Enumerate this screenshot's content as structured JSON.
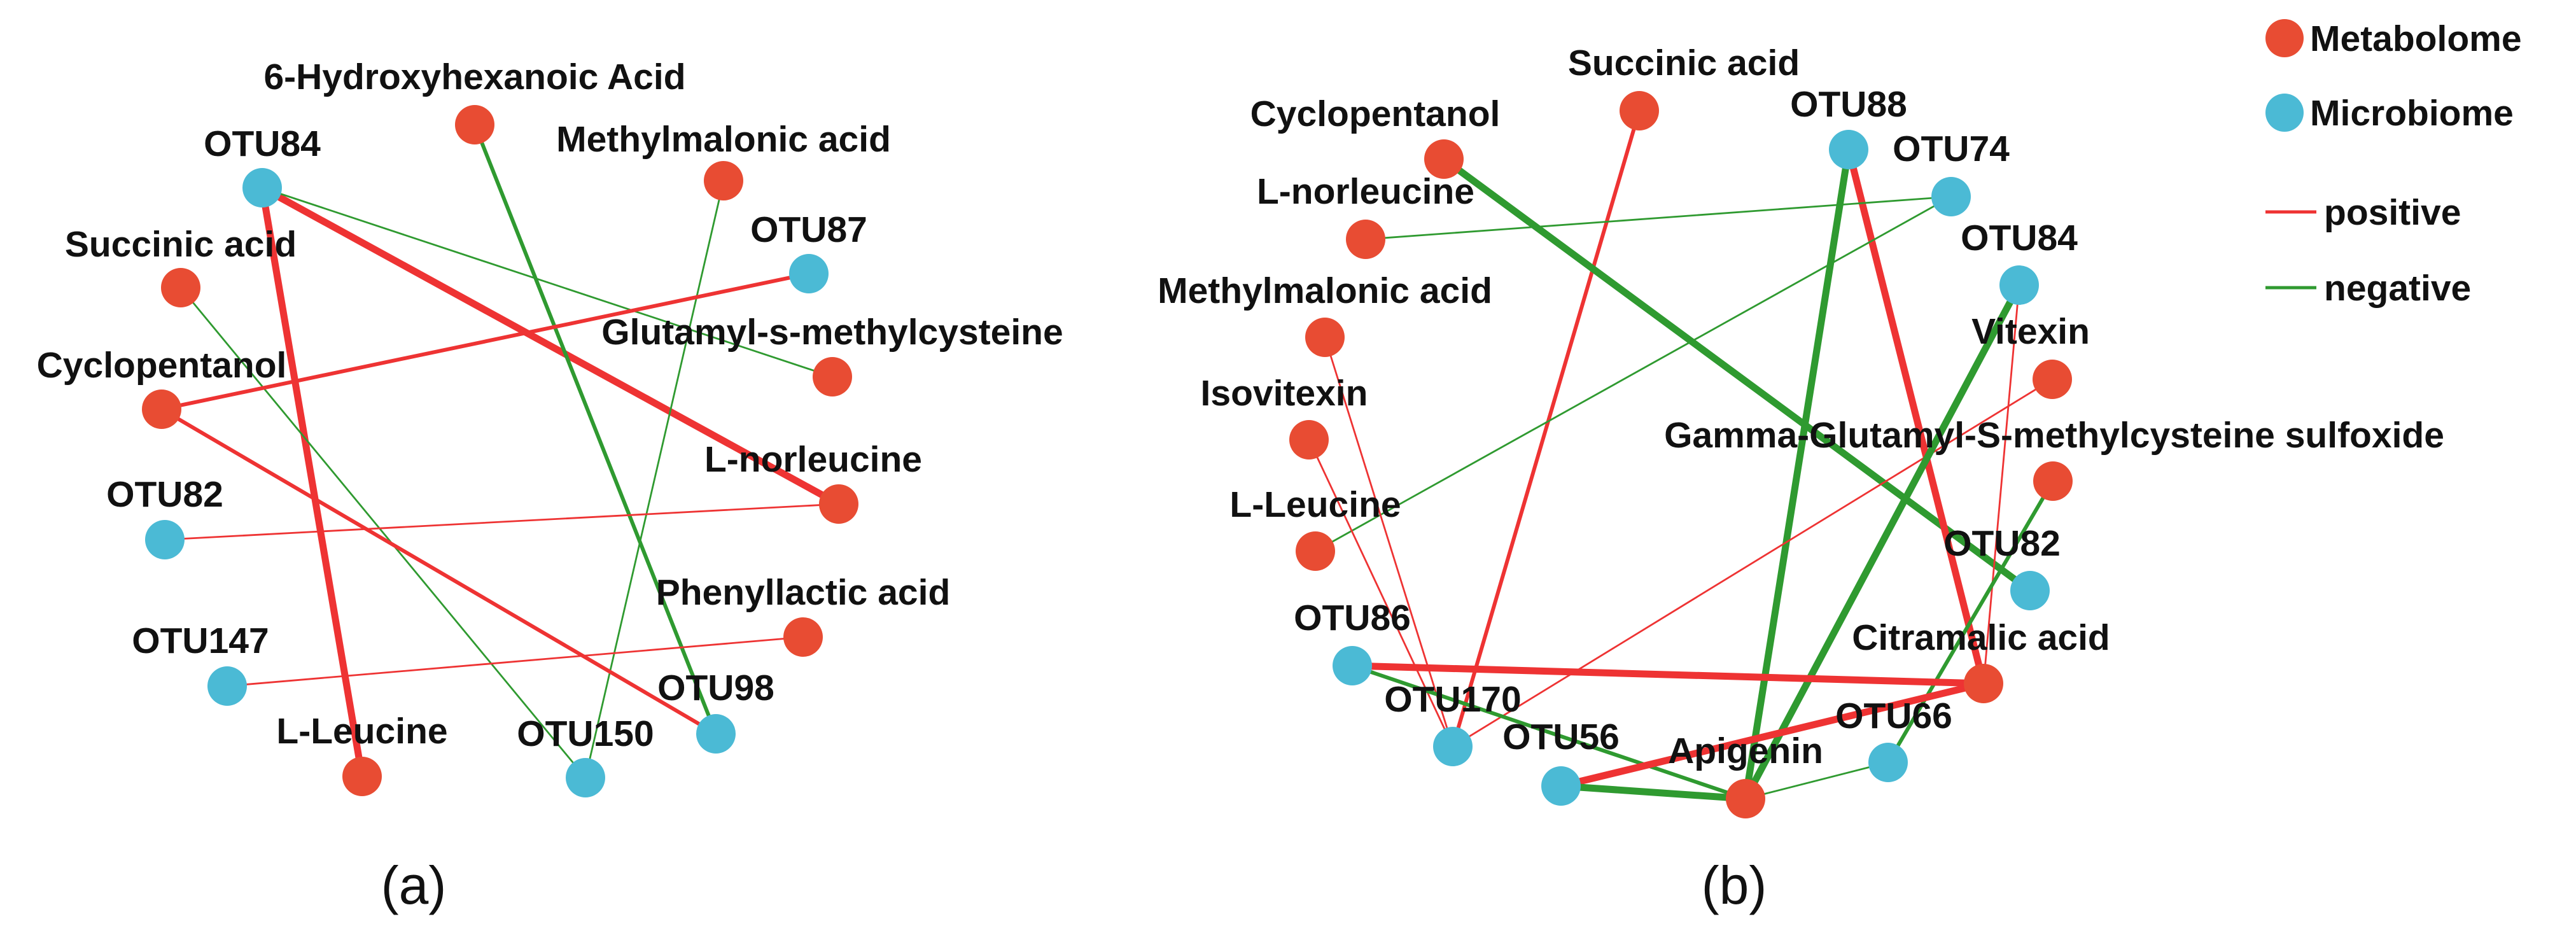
{
  "colors": {
    "metabolome": "#E84C33",
    "microbiome": "#4BBAD5",
    "positive": "#EE3333",
    "negative": "#2F9A30"
  },
  "legend": {
    "metabolome": "Metabolome",
    "microbiome": "Microbiome",
    "positive": "positive",
    "negative": "negative"
  },
  "panels": [
    {
      "label": "(a)",
      "nodes": [
        {
          "id": "hydroxy",
          "name": "6-Hydroxyhexanoic Acid",
          "type": "metabolome"
        },
        {
          "id": "otu84",
          "name": "OTU84",
          "type": "microbiome"
        },
        {
          "id": "methylmalonic",
          "name": "Methylmalonic acid",
          "type": "metabolome"
        },
        {
          "id": "otu87",
          "name": "OTU87",
          "type": "microbiome"
        },
        {
          "id": "succinic",
          "name": "Succinic acid",
          "type": "metabolome"
        },
        {
          "id": "glutamyl",
          "name": "Glutamyl-s-methylcysteine",
          "type": "metabolome"
        },
        {
          "id": "cyclopentanol",
          "name": "Cyclopentanol",
          "type": "metabolome"
        },
        {
          "id": "norleucine",
          "name": "L-norleucine",
          "type": "metabolome"
        },
        {
          "id": "otu82",
          "name": "OTU82",
          "type": "microbiome"
        },
        {
          "id": "phenyllactic",
          "name": "Phenyllactic acid",
          "type": "metabolome"
        },
        {
          "id": "otu147",
          "name": "OTU147",
          "type": "microbiome"
        },
        {
          "id": "otu98",
          "name": "OTU98",
          "type": "microbiome"
        },
        {
          "id": "leucine",
          "name": "L-Leucine",
          "type": "metabolome"
        },
        {
          "id": "otu150",
          "name": "OTU150",
          "type": "microbiome"
        }
      ],
      "edges": [
        {
          "source": "otu84",
          "target": "leucine",
          "sign": "positive",
          "strength": "strong"
        },
        {
          "source": "otu84",
          "target": "norleucine",
          "sign": "positive",
          "strength": "strong"
        },
        {
          "source": "otu84",
          "target": "glutamyl",
          "sign": "negative",
          "strength": "weak"
        },
        {
          "source": "hydroxy",
          "target": "otu98",
          "sign": "negative",
          "strength": "medium"
        },
        {
          "source": "methylmalonic",
          "target": "otu150",
          "sign": "negative",
          "strength": "weak"
        },
        {
          "source": "succinic",
          "target": "otu150",
          "sign": "negative",
          "strength": "weak"
        },
        {
          "source": "cyclopentanol",
          "target": "otu87",
          "sign": "positive",
          "strength": "medium"
        },
        {
          "source": "cyclopentanol",
          "target": "otu98",
          "sign": "positive",
          "strength": "medium"
        },
        {
          "source": "otu82",
          "target": "norleucine",
          "sign": "positive",
          "strength": "weak"
        },
        {
          "source": "otu147",
          "target": "phenyllactic",
          "sign": "positive",
          "strength": "weak"
        }
      ]
    },
    {
      "label": "(b)",
      "nodes": [
        {
          "id": "succinic",
          "name": "Succinic acid",
          "type": "metabolome"
        },
        {
          "id": "cyclopentanol",
          "name": "Cyclopentanol",
          "type": "metabolome"
        },
        {
          "id": "otu88",
          "name": "OTU88",
          "type": "microbiome"
        },
        {
          "id": "otu74",
          "name": "OTU74",
          "type": "microbiome"
        },
        {
          "id": "norleucine",
          "name": "L-norleucine",
          "type": "metabolome"
        },
        {
          "id": "otu84",
          "name": "OTU84",
          "type": "microbiome"
        },
        {
          "id": "methylmalonic",
          "name": "Methylmalonic acid",
          "type": "metabolome"
        },
        {
          "id": "vitexin",
          "name": "Vitexin",
          "type": "metabolome"
        },
        {
          "id": "isovitexin",
          "name": "Isovitexin",
          "type": "metabolome"
        },
        {
          "id": "gamma",
          "name": "Gamma-Glutamyl-S-methylcysteine sulfoxide",
          "type": "metabolome"
        },
        {
          "id": "leucine",
          "name": "L-Leucine",
          "type": "metabolome"
        },
        {
          "id": "otu82",
          "name": "OTU82",
          "type": "microbiome"
        },
        {
          "id": "otu86",
          "name": "OTU86",
          "type": "microbiome"
        },
        {
          "id": "citramalic",
          "name": "Citramalic acid",
          "type": "metabolome"
        },
        {
          "id": "otu170",
          "name": "OTU170",
          "type": "microbiome"
        },
        {
          "id": "otu66",
          "name": "OTU66",
          "type": "microbiome"
        },
        {
          "id": "otu56",
          "name": "OTU56",
          "type": "microbiome"
        },
        {
          "id": "apigenin",
          "name": "Apigenin",
          "type": "metabolome"
        }
      ],
      "edges": [
        {
          "source": "succinic",
          "target": "otu170",
          "sign": "positive",
          "strength": "medium"
        },
        {
          "source": "cyclopentanol",
          "target": "otu82",
          "sign": "negative",
          "strength": "strong"
        },
        {
          "source": "otu88",
          "target": "citramalic",
          "sign": "positive",
          "strength": "strong"
        },
        {
          "source": "otu88",
          "target": "apigenin",
          "sign": "negative",
          "strength": "strong"
        },
        {
          "source": "otu74",
          "target": "norleucine",
          "sign": "negative",
          "strength": "weak"
        },
        {
          "source": "otu74",
          "target": "leucine",
          "sign": "negative",
          "strength": "weak"
        },
        {
          "source": "otu84",
          "target": "citramalic",
          "sign": "positive",
          "strength": "weak"
        },
        {
          "source": "methylmalonic",
          "target": "otu170",
          "sign": "positive",
          "strength": "weak"
        },
        {
          "source": "isovitexin",
          "target": "otu170",
          "sign": "positive",
          "strength": "weak"
        },
        {
          "source": "vitexin",
          "target": "otu170",
          "sign": "positive",
          "strength": "weak"
        },
        {
          "source": "gamma",
          "target": "otu66",
          "sign": "negative",
          "strength": "medium"
        },
        {
          "source": "otu84",
          "target": "apigenin",
          "sign": "negative",
          "strength": "strong"
        },
        {
          "source": "otu86",
          "target": "citramalic",
          "sign": "positive",
          "strength": "strong"
        },
        {
          "source": "otu86",
          "target": "apigenin",
          "sign": "negative",
          "strength": "medium"
        },
        {
          "source": "otu56",
          "target": "citramalic",
          "sign": "positive",
          "strength": "strong"
        },
        {
          "source": "otu56",
          "target": "apigenin",
          "sign": "negative",
          "strength": "strong"
        },
        {
          "source": "apigenin",
          "target": "otu66",
          "sign": "negative",
          "strength": "weak"
        }
      ]
    }
  ]
}
